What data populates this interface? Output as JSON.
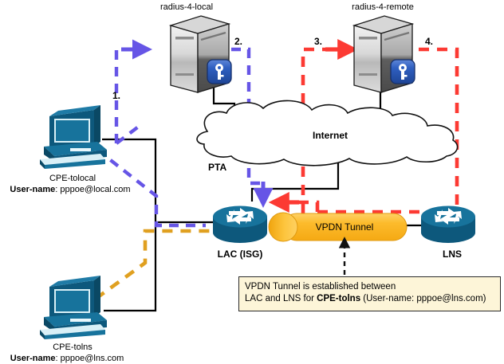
{
  "diagram": {
    "title_hidden": "",
    "colors": {
      "flow_local": "#6655e6",
      "flow_remote": "#fc3a33",
      "flow_tolns": "#e0a020",
      "device_blue": "#11688f",
      "tunnel_orange": "#fbb421",
      "callout_bg": "#fdf5d8",
      "line_black": "#000000"
    },
    "servers": [
      {
        "id": "radius-local",
        "label": "radius-4-local"
      },
      {
        "id": "radius-remote",
        "label": "radius-4-remote"
      }
    ],
    "cloud": {
      "label": "Internet",
      "side_label": "PTA"
    },
    "routers": [
      {
        "id": "lac",
        "label": "LAC (ISG)"
      },
      {
        "id": "lns",
        "label": "LNS"
      }
    ],
    "tunnel": {
      "label": "VPDN Tunnel"
    },
    "hosts": [
      {
        "id": "cpe-tolocal",
        "label": "CPE-tolocal",
        "username_key": "User-name",
        "username_value": ": pppoe@local.com"
      },
      {
        "id": "cpe-tolns",
        "label": "CPE-tolns",
        "username_key": "User-name",
        "username_value": ": pppoe@lns.com"
      }
    ],
    "steps": [
      {
        "n": "1.",
        "flow": "flow_local"
      },
      {
        "n": "2.",
        "flow": "flow_local"
      },
      {
        "n": "3.",
        "flow": "flow_remote"
      },
      {
        "n": "4.",
        "flow": "flow_remote"
      }
    ],
    "callout": {
      "line1": "VPDN Tunnel is established between",
      "line2_a": "LAC and LNS for ",
      "line2_b": "CPE-tolns",
      "line2_c": " (User-name: pppoe@lns.com)"
    }
  }
}
